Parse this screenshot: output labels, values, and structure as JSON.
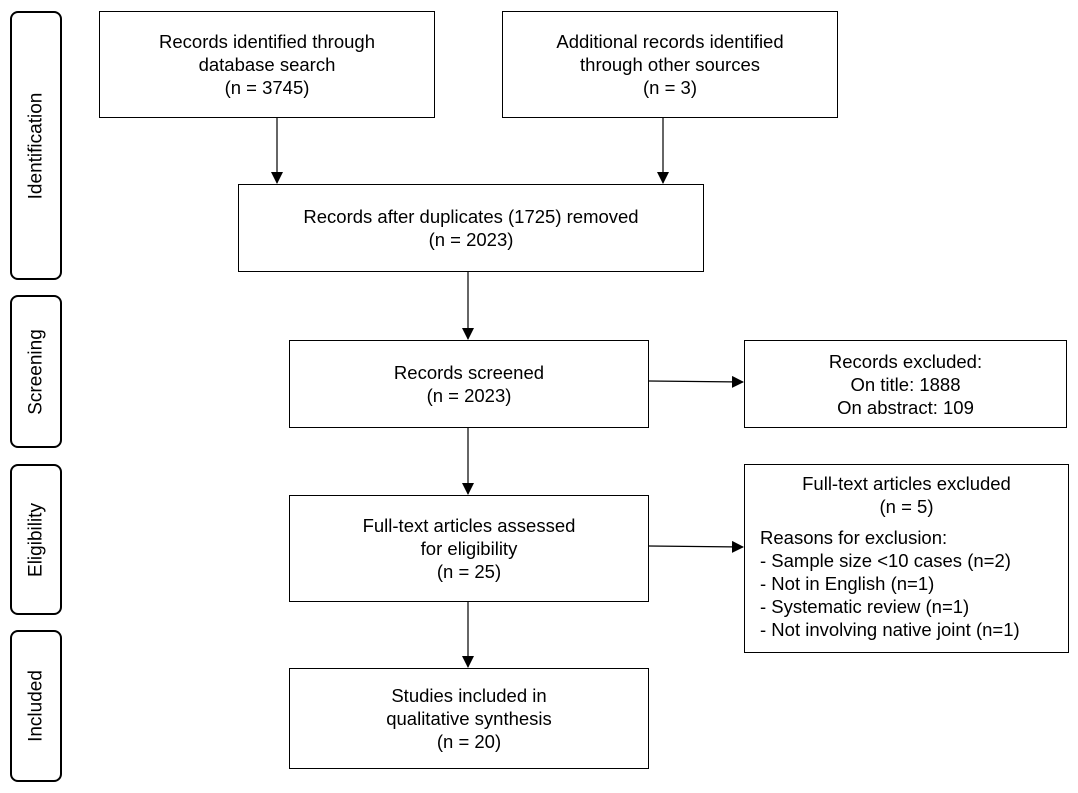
{
  "stages": {
    "identification": "Identification",
    "screening": "Screening",
    "eligibility": "Eligibility",
    "included": "Included"
  },
  "boxes": {
    "database_search": {
      "lines": [
        "Records identified through",
        "database search",
        "(n = 3745)"
      ]
    },
    "other_sources": {
      "lines": [
        "Additional records identified",
        "through other sources",
        "(n = 3)"
      ]
    },
    "after_duplicates": {
      "lines": [
        "Records after duplicates (1725) removed",
        "(n = 2023)"
      ]
    },
    "screened": {
      "lines": [
        "Records screened",
        "(n = 2023)"
      ]
    },
    "excluded": {
      "lines": [
        "Records excluded:",
        "On title: 1888",
        "On abstract: 109"
      ]
    },
    "full_text_assessed": {
      "lines": [
        "Full-text articles assessed",
        "for eligibility",
        "(n = 25)"
      ]
    },
    "full_text_excluded": {
      "title_lines": [
        "Full-text articles excluded",
        "(n = 5)"
      ],
      "reasons_heading": "Reasons for exclusion:",
      "reasons": [
        "- Sample size <10 cases (n=2)",
        "- Not in English (n=1)",
        "- Systematic review (n=1)",
        "- Not involving native joint (n=1)"
      ]
    },
    "included": {
      "lines": [
        "Studies included in",
        "qualitative synthesis",
        "(n = 20)"
      ]
    }
  }
}
